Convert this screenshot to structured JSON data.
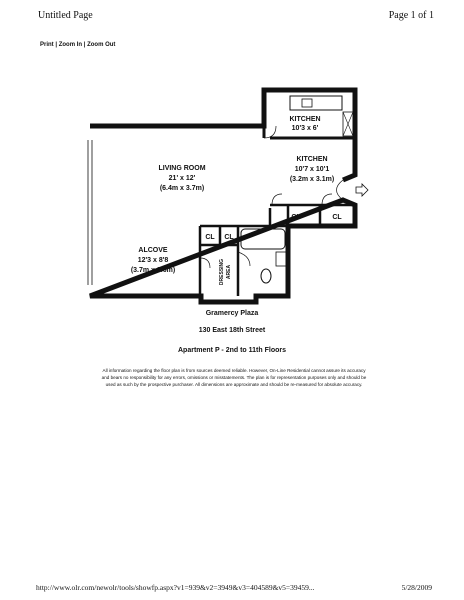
{
  "header": {
    "title": "Untitled Page",
    "page_indicator": "Page 1 of 1"
  },
  "toolbar": {
    "print": "Print",
    "zoom_in": "Zoom In",
    "zoom_out": "Zoom Out",
    "separator": "|"
  },
  "rooms": {
    "kitchen_small": {
      "name": "KITCHEN",
      "dims": "10'3 x 6'"
    },
    "kitchen": {
      "name": "KITCHEN",
      "dims": "10'7 x 10'1",
      "metric": "(3.2m x 3.1m)"
    },
    "living": {
      "name": "LIVING ROOM",
      "dims": "21' x 12'",
      "metric": "(6.4m x 3.7m)"
    },
    "alcove": {
      "name": "ALCOVE",
      "dims": "12'3 x 8'8",
      "metric": "(3.7m x 2.6m)"
    },
    "closet": "CL",
    "dressing_1": "DRESSING",
    "dressing_2": "AREA"
  },
  "building": {
    "name": "Gramercy Plaza",
    "address": "130 East 18th Street",
    "apartment": "Apartment P - 2nd to 11th Floors"
  },
  "disclaimer": [
    "All information regarding the floor plan is from sources deemed reliable. However, On-Line Residential cannot assure its accuracy",
    "and bears no responsibility for any errors, omissions or misstatements. The plan is for representation purposes only and should be",
    "used as such by the prospective purchaser. All dimensions are approximate and should be re-measured for absolute accuracy."
  ],
  "footer": {
    "url": "http://www.olr.com/newolr/tools/showfp.aspx?v1=939&v2=3949&v3=404589&v5=39459...",
    "date": "5/28/2009"
  }
}
